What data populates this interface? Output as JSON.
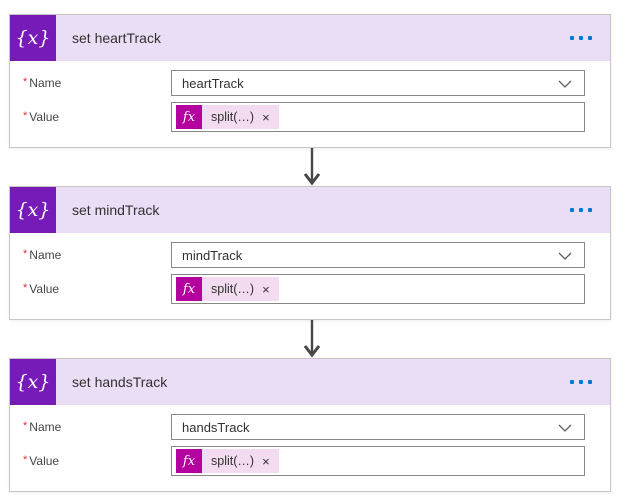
{
  "ui": {
    "required_marker": "*",
    "remove_token_glyph": "×",
    "variable_icon_glyph": "{x}",
    "fx_badge_glyph": "fx"
  },
  "colors": {
    "icon_tile_purple": "#771bb8",
    "header_lavender": "#eaddf6",
    "fx_magenta": "#b4009e",
    "token_pill_pink": "#f3dcef",
    "ellipsis_blue": "#0078d4",
    "required_red": "#d13438",
    "field_border_gray": "#8a8886",
    "card_border_gray": "#c8c6c4",
    "arrow_gray": "#4a4847"
  },
  "cards": [
    {
      "title": "set heartTrack",
      "name_label": "Name",
      "value_label": "Value",
      "name_value": "heartTrack",
      "token_text": "split(…)"
    },
    {
      "title": "set mindTrack",
      "name_label": "Name",
      "value_label": "Value",
      "name_value": "mindTrack",
      "token_text": "split(…)"
    },
    {
      "title": "set handsTrack",
      "name_label": "Name",
      "value_label": "Value",
      "name_value": "handsTrack",
      "token_text": "split(…)"
    }
  ]
}
